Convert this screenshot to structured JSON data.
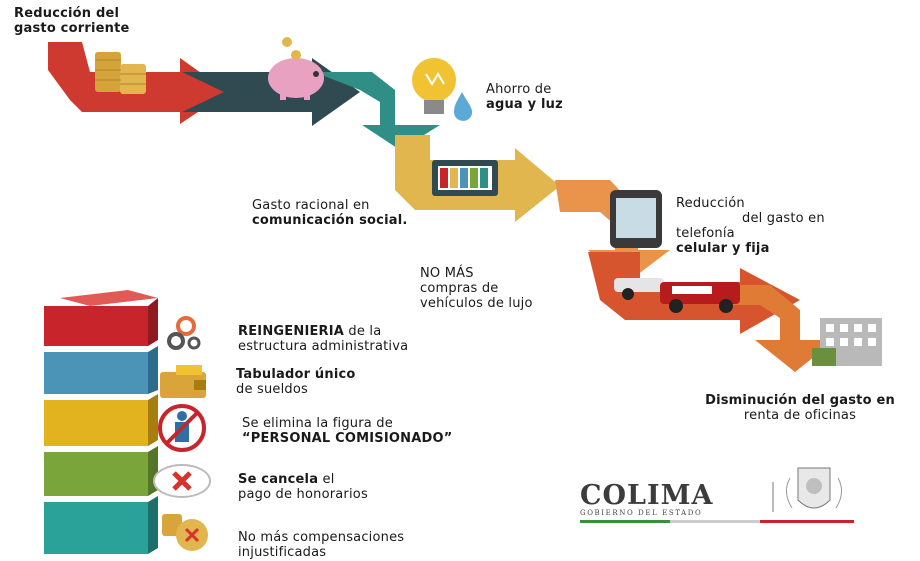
{
  "flow": {
    "step1": {
      "line1": "Reducción del",
      "line2": "gasto corriente"
    },
    "step2": {
      "line1": "Ahorro de",
      "line2": "agua y luz"
    },
    "step3": {
      "line1": "Gasto racional en",
      "line2": "comunicación social."
    },
    "step4": {
      "line1": "Reducción",
      "line2": "del gasto en",
      "line3": "telefonía",
      "line4": "celular y fija"
    },
    "step5": {
      "line1": "NO MÁS",
      "line2": "compras de",
      "line3": "vehículos de lujo"
    },
    "step6": {
      "line1": "Disminución del gasto en",
      "line2": "renta de oficinas"
    }
  },
  "blocks": [
    {
      "bold": "REINGENIERIA",
      "rest": " de la",
      "line2": "estructura administrativa",
      "icon": "gears-icon",
      "color": "#c8242b"
    },
    {
      "bold": "Tabulador único",
      "rest": "",
      "line2": "de sueldos",
      "icon": "wallet-icon",
      "color": "#4b94b8"
    },
    {
      "bold": "",
      "rest": "Se elimina la figura de",
      "line2": "“PERSONAL COMISIONADO”",
      "icon": "no-person-icon",
      "color": "#e3b21f"
    },
    {
      "bold": "Se cancela",
      "rest": " el",
      "line2": "pago de honorarios",
      "icon": "cancel-x-icon",
      "color": "#7aa53a"
    },
    {
      "bold": "",
      "rest": "No más compensaciones",
      "line2": "injustificadas",
      "icon": "coins-x-icon",
      "color": "#2aa199"
    }
  ],
  "logo": {
    "name": "COLIMA",
    "subtitle": "GOBIERNO DEL ESTADO"
  },
  "colors": {
    "red": "#c8242b",
    "dark": "#2c3e44",
    "teal": "#2f8a86",
    "yellow": "#e0b44a",
    "orange": "#e88a3c",
    "darkorange": "#d9592f"
  }
}
